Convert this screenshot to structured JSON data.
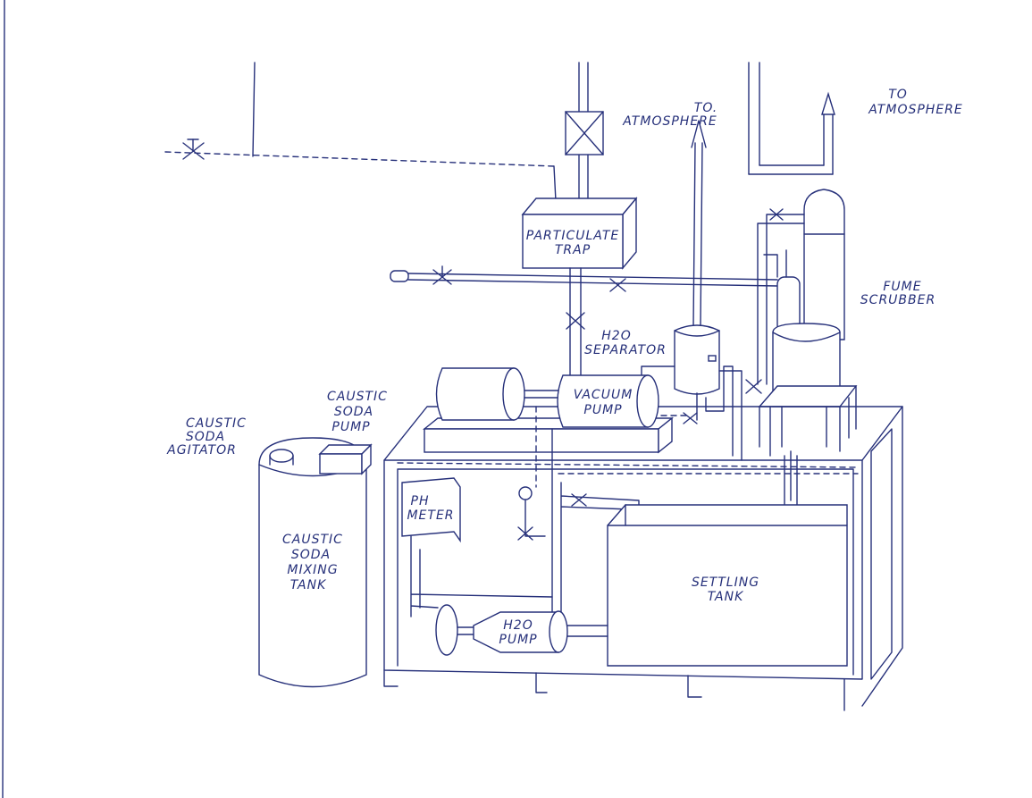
{
  "labels": {
    "to_atmosphere_1": [
      "TO.",
      "ATMOSPHERE"
    ],
    "to_atmosphere_2": [
      "TO",
      "ATMOSPHERE"
    ],
    "particulate_trap": [
      "PARTICULATE",
      "TRAP"
    ],
    "h2o_separator": [
      "H2O",
      "SEPARATOR"
    ],
    "fume_scrubber": [
      "FUME",
      "SCRUBBER"
    ],
    "vacuum_pump": [
      "VACUUM",
      "PUMP"
    ],
    "caustic_soda_pump": [
      "CAUSTIC",
      "SODA",
      "PUMP"
    ],
    "caustic_soda_agitator": [
      "CAUSTIC",
      "SODA",
      "AGITATOR"
    ],
    "caustic_soda_mixing_tank": [
      "CAUSTIC",
      "SODA",
      "MIXING",
      "TANK"
    ],
    "ph_meter": [
      "PH",
      "METER"
    ],
    "settling_tank": [
      "SETTLING",
      "TANK"
    ],
    "h2o_pump": [
      "H2O",
      "PUMP"
    ]
  },
  "colors": {
    "ink": "#26307a",
    "paper": "#ffffff"
  }
}
